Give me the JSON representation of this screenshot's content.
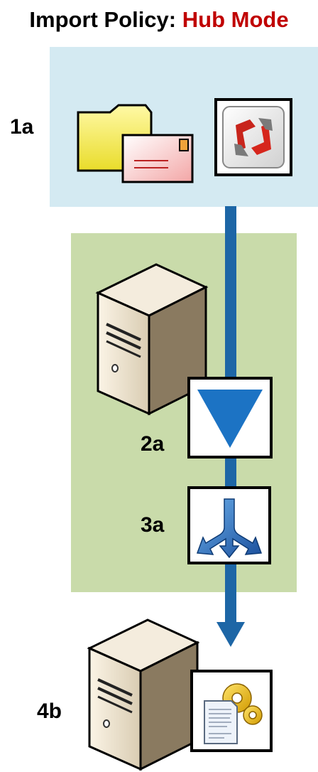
{
  "title": {
    "prefix": "Import Policy:",
    "highlight": "Hub Mode"
  },
  "colors": {
    "highlight": "#c00000",
    "top_panel": "#d4eaf2",
    "middle_panel": "#c9dbaa",
    "arrow": "#1d66a6",
    "triangle": "#1c73c4"
  },
  "labels": {
    "step1": "1a",
    "step2": "2a",
    "step3": "3a",
    "step4": "4b"
  },
  "icons": [
    "folder-mail-icon",
    "exchange-logo-icon",
    "server-icon",
    "filter-down-icon",
    "routing-arrows-icon",
    "server-icon",
    "policy-document-gears-icon"
  ]
}
